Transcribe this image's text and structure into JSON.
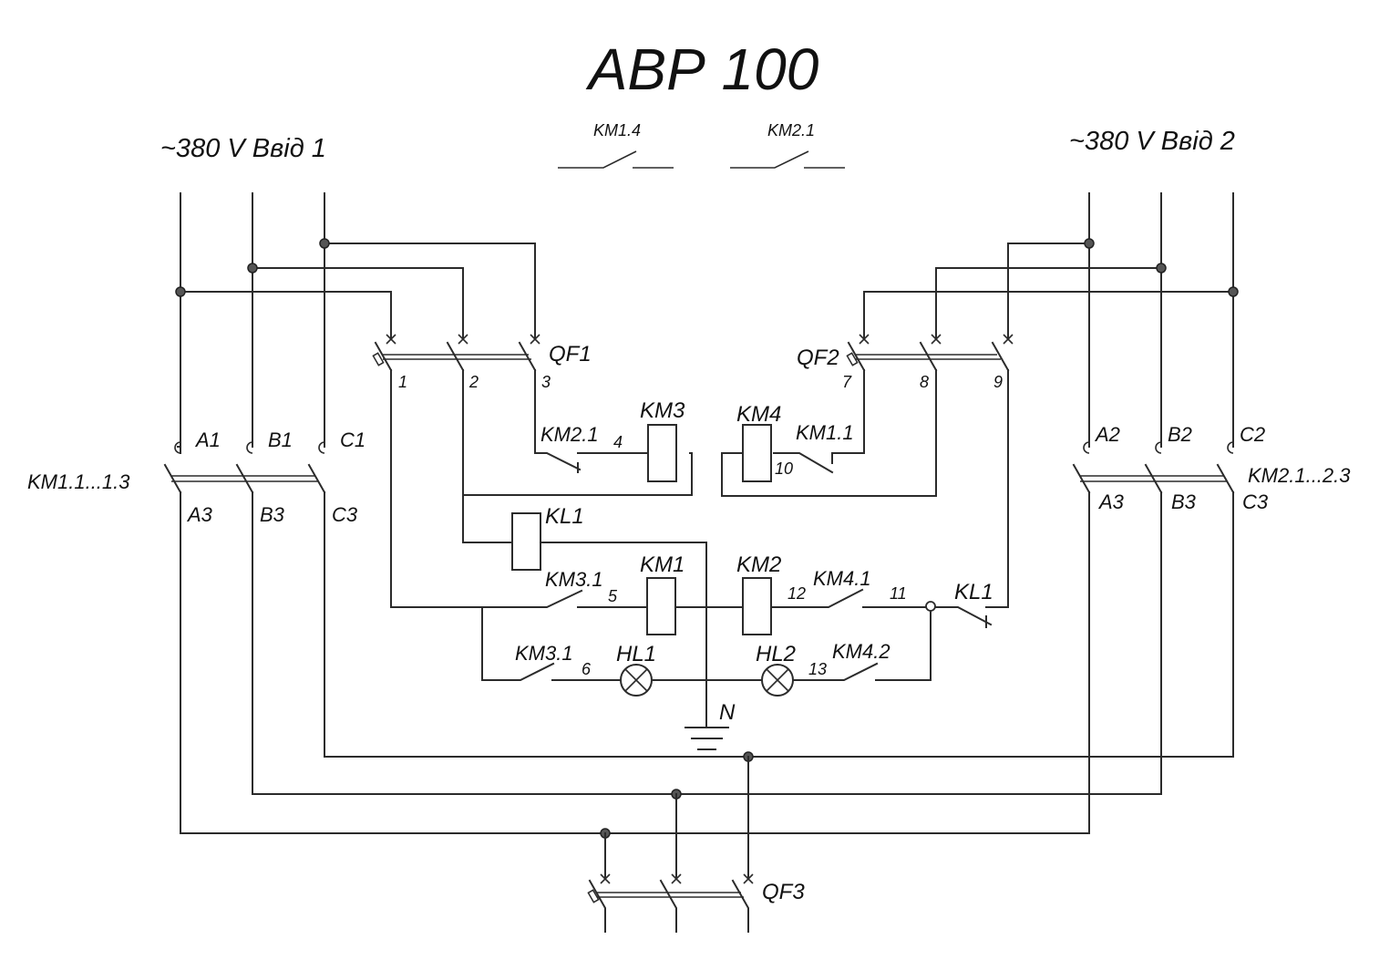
{
  "title": "АВР 100",
  "feeds": {
    "left": "~380 V Ввід 1",
    "right": "~380 V Ввід 2"
  },
  "legend_contacts": {
    "km14": "KM1.4",
    "km21": "KM2.1"
  },
  "breakers": {
    "qf1": "QF1",
    "qf2": "QF2",
    "qf3": "QF3"
  },
  "terminals": {
    "t1": "1",
    "t2": "2",
    "t3": "3",
    "t4": "4",
    "t5": "5",
    "t6": "6",
    "t7": "7",
    "t8": "8",
    "t9": "9",
    "t10": "10",
    "t11": "11",
    "t12": "12",
    "t13": "13"
  },
  "contactors": {
    "km1_group": "KM1.1...1.3",
    "km2_group": "KM2.1...2.3",
    "phases_in_1": [
      "A1",
      "B1",
      "C1"
    ],
    "phases_in_2": [
      "A2",
      "B2",
      "C2"
    ],
    "phases_out_1": [
      "A3",
      "B3",
      "C3"
    ],
    "phases_out_2": [
      "A3",
      "B3",
      "C3"
    ]
  },
  "coils": {
    "km1": "KM1",
    "km2": "KM2",
    "km3": "KM3",
    "km4": "KM4",
    "kl1": "KL1"
  },
  "contacts": {
    "km21": "KM2.1",
    "km11": "KM1.1",
    "km31_a": "KM3.1",
    "km31_b": "KM3.1",
    "km41": "KM4.1",
    "km42": "KM4.2",
    "kl1": "KL1"
  },
  "lamps": {
    "hl1": "HL1",
    "hl2": "HL2"
  },
  "neutral": "N"
}
